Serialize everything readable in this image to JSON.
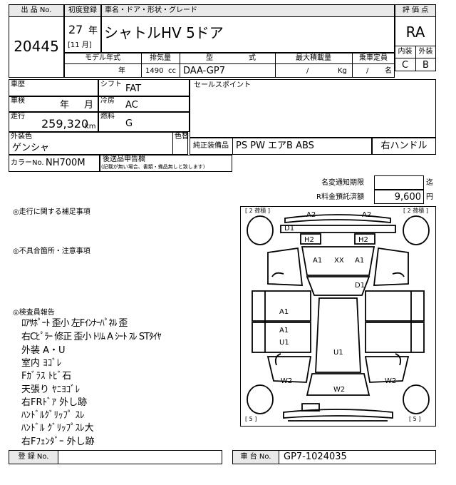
{
  "header": {
    "lot_no_label": "出 品 No.",
    "lot_no": "20445",
    "first_reg_label": "初度登録",
    "first_reg_year": "27",
    "year_unit": "年",
    "first_reg_month_bracket": "[11 月]",
    "car_name_label": "車名・ドア・形状・グレード",
    "car_name": "シャトルHV 5ドア",
    "eval_label": "評 価 点",
    "eval_score": "RA",
    "interior_label": "内装",
    "exterior_label": "外装",
    "interior_score": "C",
    "exterior_score": "B"
  },
  "spec": {
    "model_year_label": "モデル年式",
    "model_year_unit": "年",
    "displacement_label": "排気量",
    "displacement": "1490",
    "displacement_unit": "cc",
    "model_label_1": "型",
    "model_label_2": "式",
    "model_code": "DAA-GP7",
    "max_load_label": "最大積載量",
    "max_load_sep": "/",
    "max_load_unit": "Kg",
    "capacity_label": "乗車定員",
    "capacity_sep": "/",
    "capacity_unit": "名"
  },
  "details": {
    "history_label": "車歴",
    "shift_label": "シフト",
    "shift_value": "FAT",
    "inspection_label": "車検",
    "inspection_year_unit": "年",
    "inspection_month_unit": "月",
    "ac_label": "冷房",
    "ac_value": "AC",
    "mileage_label": "走行",
    "mileage_value": "259,320",
    "mileage_unit": "km",
    "fuel_label": "燃料",
    "fuel_value": "G",
    "sales_points_label": "セールスポイント",
    "ext_color_label": "外装色",
    "ext_color_value": "ゲンシャ",
    "color_change_label": "色替",
    "equipment_label": "純正装備品",
    "equipment_value": "PS PW エアB ABS",
    "handle_value": "右ハンドル",
    "color_no_label": "カラーNo.",
    "color_no_value": "NH700M",
    "aftermarket_label": "後送品申告欄",
    "aftermarket_note": "(記載が無い場合、書類・備品無しと致します)"
  },
  "fees": {
    "name_change_label": "名変通知期限",
    "name_change_unit": "迄",
    "recycle_label": "R料金預託済額",
    "recycle_value": "9,600",
    "recycle_unit": "円"
  },
  "remarks": {
    "supplement_label": "◎走行に関する補足事項",
    "defects_label": "◎不具合箇所・注意事項",
    "inspector_label": "◎検査員報告",
    "lines": [
      "ﾛｱｻﾎﾟｰﾄ 歪小  左Fｲﾝﾅｰﾊﾟﾈﾙ 歪",
      "右Cﾋﾟﾗｰ 修正 歪小  ﾄﾘﾑ A  ｼｰﾄ ｽﾚ  STﾀｲﾔ",
      "外装 A・U",
      "室内 ﾖｺﾞﾚ",
      "Fｶﾞﾗｽ ﾄﾋﾞ石",
      "天張り ﾔﾆﾖｺﾞﾚ",
      "右FRﾄﾞｱ 外し跡",
      "ﾊﾝﾄﾞﾙｸﾞﾘｯﾌﾟ ｽﾚ",
      "ﾊﾝﾄﾞﾙ ｸﾞﾘｯﾌﾟｽﾚ大",
      "右Fﾌｪﾝﾀﾞｰ 外し跡"
    ]
  },
  "diagram": {
    "corner_top_left": "[ 2 荷積 ]",
    "corner_top_right": "[ 2 荷積 ]",
    "corner_bottom_left": "[ 5 ]",
    "corner_bottom_right": "[ 5 ]",
    "marks": {
      "a2_left": "A2",
      "a2_right": "A2",
      "d1_top": "D1",
      "h2_left": "H2",
      "h2_right": "H2",
      "a1_left": "A1",
      "xx": "XX",
      "a1_right": "A1",
      "d1_mid": "D1",
      "a1_door_1": "A1",
      "a1_door_2": "A1",
      "u1_door": "U1",
      "u1_roof": "U1",
      "w2_left": "W2",
      "w2_right": "W2",
      "w2_bottom": "W2"
    }
  },
  "footer": {
    "reg_no_label": "登 録 No.",
    "chassis_label": "車 台 No.",
    "chassis_value": "GP7-1024035"
  }
}
